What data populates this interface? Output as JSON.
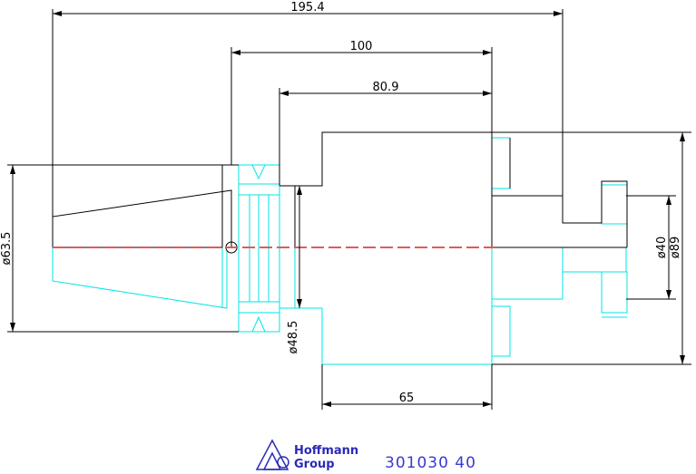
{
  "dimensions": {
    "overall_length": "195.4",
    "length_100": "100",
    "length_80_9": "80.9",
    "length_65": "65",
    "dia_63_5": "ø63.5",
    "dia_48_5": "ø48.5",
    "dia_40": "ø40",
    "dia_89": "ø89"
  },
  "brand": {
    "line1": "Hoffmann",
    "line2": "Group"
  },
  "part_code": "301030  40",
  "colors": {
    "outline": "#000000",
    "hidden_lines": "#00e5e5",
    "centerline": "#e05a5a",
    "brand_blue": "#2a2ab8"
  }
}
